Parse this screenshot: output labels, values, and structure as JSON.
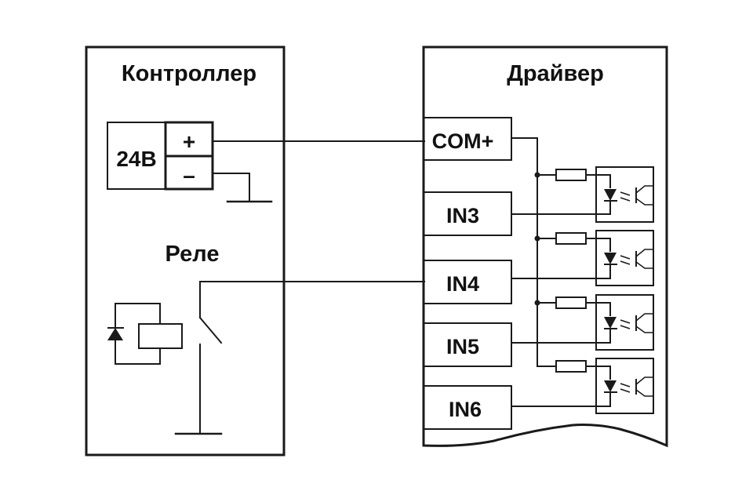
{
  "controller": {
    "title": "Контроллер",
    "power_label": "24В",
    "plus_label": "+",
    "minus_label": "–",
    "relay_title": "Реле"
  },
  "driver": {
    "title": "Драйвер",
    "terminals": [
      "COM+",
      "IN3",
      "IN4",
      "IN5",
      "IN6"
    ]
  },
  "colors": {
    "line": "#1a1a1a",
    "background": "#ffffff"
  }
}
